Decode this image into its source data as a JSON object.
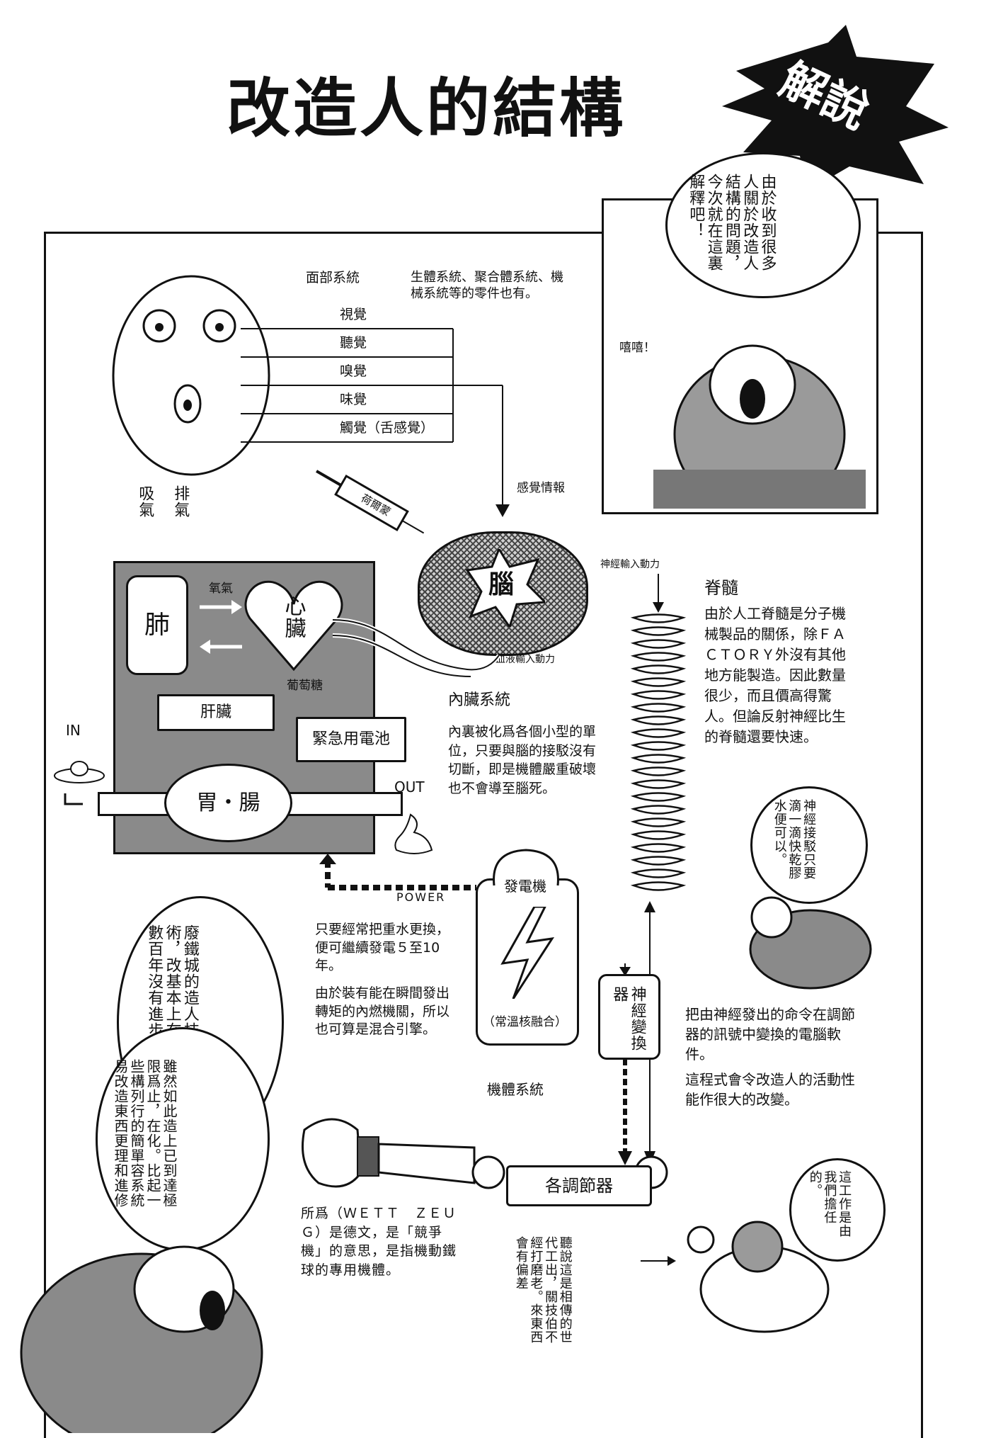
{
  "title": "改造人的結構",
  "badge": "解說",
  "face_section": {
    "heading": "面部系統",
    "senses": [
      "視覺",
      "聽覺",
      "嗅覺",
      "味覺",
      "觸覺（舌感覺）"
    ],
    "note": "生體系統、聚合體系統、機械系統等的零件也有。",
    "sensory_info": "感覺情報",
    "inhale": "吸氣",
    "exhale": "排氣"
  },
  "syringe_label": "荷爾蒙",
  "brain": {
    "label": "腦",
    "nerve_input": "神經輸入動力",
    "blood_input": "血液輸入動力"
  },
  "organs": {
    "lung": "肺",
    "oxygen": "氧氣",
    "heart": "心臟",
    "glucose": "葡萄糖",
    "liver": "肝臟",
    "battery": "緊急用電池",
    "stomach": "胃・腸",
    "in_label": "IN",
    "out_label": "OUT"
  },
  "visceral": {
    "heading": "內臟系統",
    "body": "內裏被化爲各個小型的單位，只要與腦的接駁沒有切斷，即是機體嚴重破壞也不會導至腦死。"
  },
  "spine": {
    "heading": "脊髓",
    "body": "由於人工脊髓是分子機械製品的關係，除ＦＡＣＴＯＲＹ外沒有其他地方能製造。因此數量很少，而且價高得驚人。但論反射神經比生的脊髓還要快速。"
  },
  "generator": {
    "label": "發電機",
    "sub": "（常溫核融合）",
    "power": "POWER",
    "note1": "只要經常把重水更換，便可繼續發電５至10年。",
    "note2": "由於裝有能在瞬間發出轉矩的內燃機關，所以也可算是混合引擎。"
  },
  "converter": {
    "label": "神經變換器",
    "note1": "把由神經發出的命令在調節器的訊號中變換的電腦軟件。",
    "note2": "這程式會令改造人的活動性能作很大的改變。"
  },
  "body_system": "機體系統",
  "regulator": {
    "label": "各調節器",
    "note": "所爲（ＷＥＴＴ　ＺＥＵＧ）是德文，是「競爭機」的意思，是指機動鐵球的專用機體。"
  },
  "bubbles": {
    "top_right": [
      "由於收到很",
      "多人關於改造",
      "人結構的問",
      "題，今次就",
      "在這裏解釋",
      "吧！"
    ],
    "laugh": "嘻嘻！",
    "glue": [
      "神經接駁",
      "只要滴一滴",
      "快乾膠水便",
      "可以。"
    ],
    "scrap_iron": [
      "廢鐵城的",
      "造人技術，改",
      "基本上在這",
      "數百年沒有",
      "進步。"
    ],
    "limits": [
      "雖然如此",
      "造上已到達極限",
      "爲止，在",
      "化。比起一些構",
      "列行的簡單容系統",
      "易改造東西更",
      "理和進",
      "修"
    ],
    "grandpa": [
      "聽說這",
      "是相傳",
      "的世代工",
      "出，關技伯",
      "不經打磨老",
      "。來東西",
      "會有",
      "偏差"
    ],
    "job": [
      "這工作是",
      "由我們擔",
      "任的。"
    ]
  },
  "colors": {
    "ink": "#111111",
    "organ_box": "#8a8a8a",
    "paper": "#ffffff"
  }
}
